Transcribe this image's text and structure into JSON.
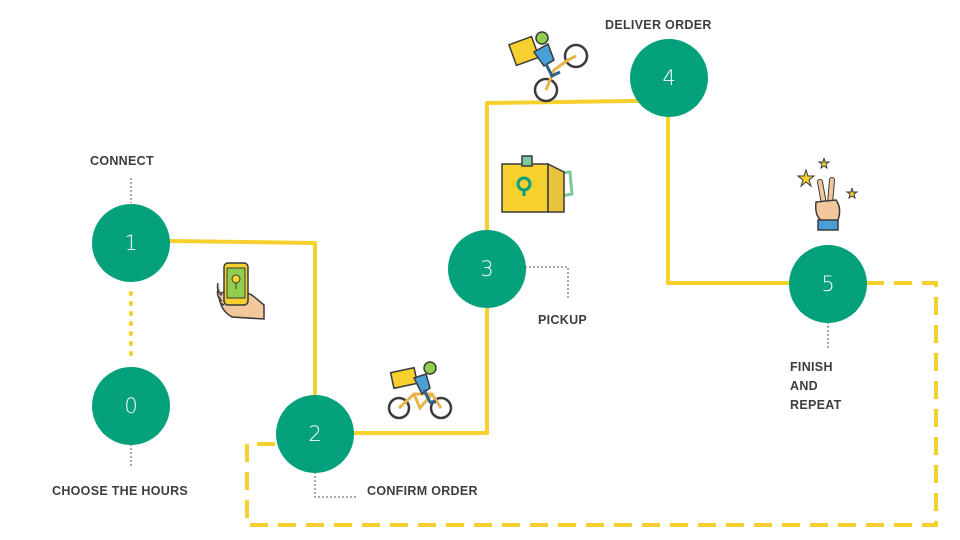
{
  "colors": {
    "accent_green": "#05a07c",
    "path_yellow": "#f6d02f",
    "label_text": "#3d3d3d",
    "connector_gray": "#555555"
  },
  "steps": [
    {
      "number": "0",
      "label": "CHOOSE THE HOURS"
    },
    {
      "number": "1",
      "label": "CONNECT"
    },
    {
      "number": "2",
      "label": "CONFIRM ORDER"
    },
    {
      "number": "3",
      "label": "PICKUP"
    },
    {
      "number": "4",
      "label": "DELIVER ORDER"
    },
    {
      "number": "5",
      "label": "FINISH\nAND\nREPEAT"
    }
  ],
  "illustrations": [
    "hand-holding-phone-icon",
    "cyclist-icon",
    "delivery-box-icon",
    "courier-on-bike-icon",
    "victory-hand-icon"
  ]
}
